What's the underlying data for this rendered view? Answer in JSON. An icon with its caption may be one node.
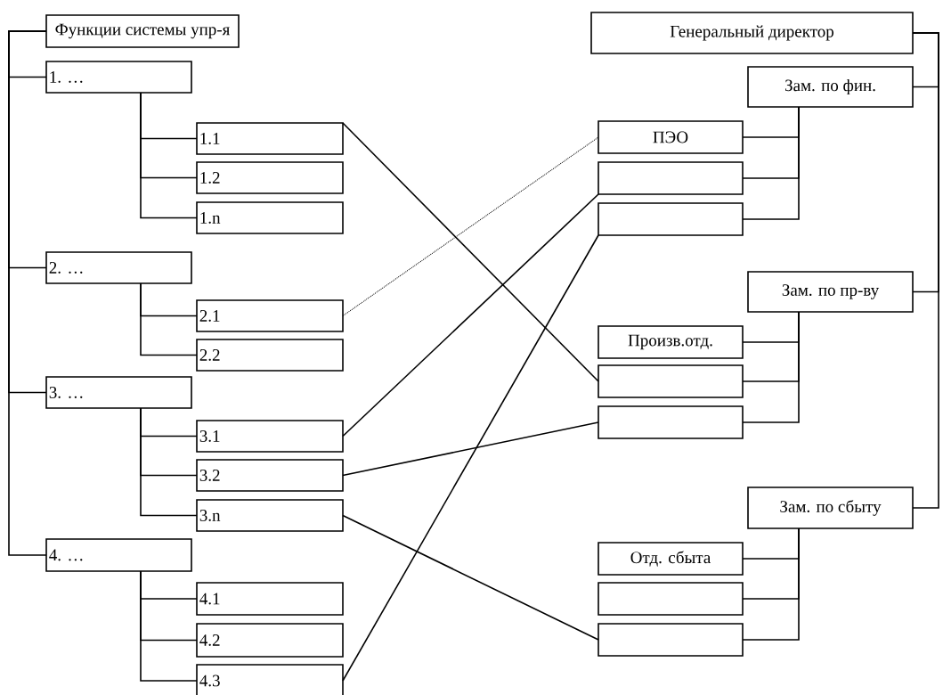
{
  "diagram": {
    "nodes": [
      {
        "text": [
          "Функции системы упр-я"
        ]
      },
      {
        "text": [
          "1. …"
        ]
      },
      {
        "text": [
          "1.1"
        ]
      },
      {
        "text": [
          "1.2"
        ]
      },
      {
        "text": [
          "1.n"
        ]
      },
      {
        "text": [
          "2. …"
        ]
      },
      {
        "text": [
          "2.1"
        ]
      },
      {
        "text": [
          "2.2"
        ]
      },
      {
        "text": [
          "3. …"
        ]
      },
      {
        "text": [
          "3.1"
        ]
      },
      {
        "text": [
          "3.2"
        ]
      },
      {
        "text": [
          "3.n"
        ]
      },
      {
        "text": [
          "4. …"
        ]
      },
      {
        "text": [
          "4.1"
        ]
      },
      {
        "text": [
          "4.2"
        ]
      },
      {
        "text": [
          "4.3"
        ]
      },
      {
        "text": [
          "Генеральный директор"
        ]
      },
      {
        "text": [
          "Зам. по фин."
        ]
      },
      {
        "text": [
          "ПЭО"
        ]
      },
      {
        "text": [],
        "shape": "box"
      },
      {
        "text": [],
        "shape": "box"
      },
      {
        "text": [
          "Зам. по пр-ву"
        ]
      },
      {
        "text": [
          "Произв.отд."
        ]
      },
      {
        "text": [],
        "shape": "box"
      },
      {
        "text": [],
        "shape": "box"
      },
      {
        "text": [
          "Зам. по сбыту"
        ]
      },
      {
        "text": [
          "Отд. сбыта"
        ]
      },
      {
        "text": [],
        "shape": "box"
      },
      {
        "text": [],
        "shape": "box"
      }
    ],
    "edges": [
      {
        "from": 0,
        "to": 1,
        "arrow": "none"
      },
      {
        "from": 0,
        "to": 5,
        "arrow": "none"
      },
      {
        "from": 0,
        "to": 8,
        "arrow": "none"
      },
      {
        "from": 0,
        "to": 12,
        "arrow": "none"
      },
      {
        "from": 1,
        "to": 2,
        "arrow": "none"
      },
      {
        "from": 1,
        "to": 3,
        "arrow": "none"
      },
      {
        "from": 1,
        "to": 4,
        "arrow": "none"
      },
      {
        "from": 5,
        "to": 6,
        "arrow": "none"
      },
      {
        "from": 5,
        "to": 7,
        "arrow": "none"
      },
      {
        "from": 8,
        "to": 9,
        "arrow": "none"
      },
      {
        "from": 8,
        "to": 10,
        "arrow": "none"
      },
      {
        "from": 8,
        "to": 11,
        "arrow": "none"
      },
      {
        "from": 12,
        "to": 13,
        "arrow": "none"
      },
      {
        "from": 12,
        "to": 14,
        "arrow": "none"
      },
      {
        "from": 12,
        "to": 15,
        "arrow": "none"
      },
      {
        "from": 16,
        "to": 17,
        "arrow": "none"
      },
      {
        "from": 16,
        "to": 21,
        "arrow": "none"
      },
      {
        "from": 16,
        "to": 25,
        "arrow": "none"
      },
      {
        "from": 17,
        "to": 18,
        "arrow": "none"
      },
      {
        "from": 17,
        "to": 19,
        "arrow": "none"
      },
      {
        "from": 17,
        "to": 20,
        "arrow": "none"
      },
      {
        "from": 21,
        "to": 22,
        "arrow": "none"
      },
      {
        "from": 21,
        "to": 23,
        "arrow": "none"
      },
      {
        "from": 21,
        "to": 24,
        "arrow": "none"
      },
      {
        "from": 25,
        "to": 26,
        "arrow": "none"
      },
      {
        "from": 25,
        "to": 27,
        "arrow": "none"
      },
      {
        "from": 25,
        "to": 28,
        "arrow": "none"
      },
      {
        "from": 2,
        "to": 23,
        "arrow": "none"
      },
      {
        "from": 6,
        "to": 18,
        "arrow": "none",
        "style": "dashed"
      },
      {
        "from": 9,
        "to": 19,
        "arrow": "none"
      },
      {
        "from": 10,
        "to": 24,
        "arrow": "none"
      },
      {
        "from": 11,
        "to": 28,
        "arrow": "none"
      },
      {
        "from": 15,
        "to": 20,
        "arrow": "none"
      }
    ]
  }
}
